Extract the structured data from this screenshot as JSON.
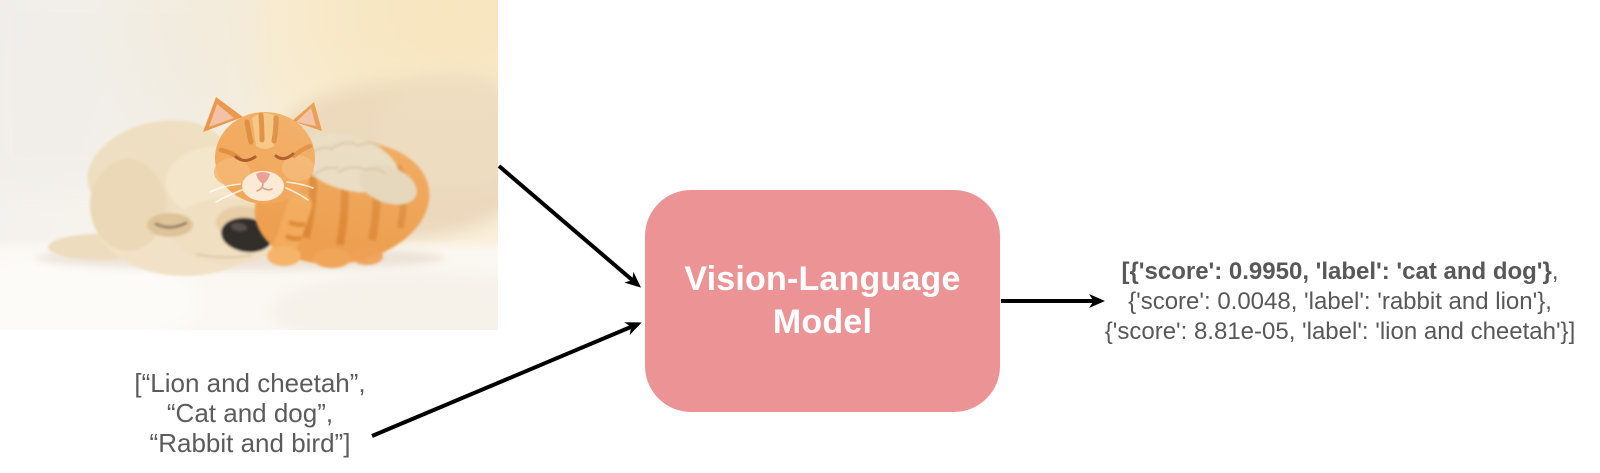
{
  "photo": {
    "description": "Cream puppy sleeping on a white fluffy blanket with an orange tabby kitten napping on its head"
  },
  "input_text": {
    "text_color": "#5b5b5b",
    "lines": [
      "[“Lion and cheetah”,",
      "“Cat and dog”,",
      "“Rabbit and bird”]"
    ]
  },
  "model_box": {
    "label": "Vision-Language Model",
    "line1": "Vision-Language",
    "line2": "Model",
    "fill_color": "#ec9396",
    "text_color": "#ffffff"
  },
  "output_text": {
    "text_color": "#58585a",
    "line1_bold": "[{'score': 0.9950, 'label': 'cat and dog'}",
    "line1_tail": ",",
    "line2": "{'score': 0.0048, 'label': 'rabbit and lion'},",
    "line3": "{'score': 8.81e-05, 'label': 'lion and cheetah'}]"
  },
  "arrows": {
    "color": "#000000"
  }
}
